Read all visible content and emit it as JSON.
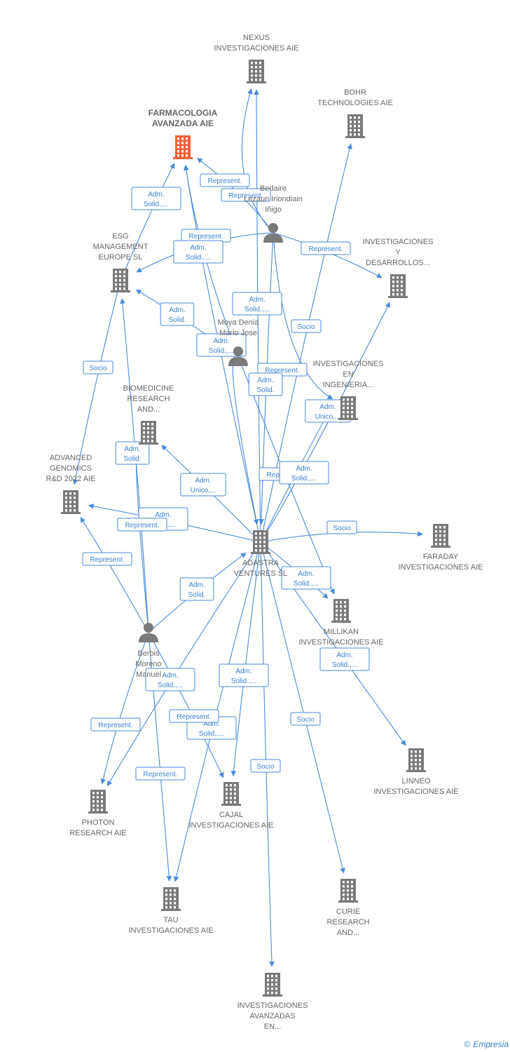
{
  "colors": {
    "edge": "#4a8ad8",
    "company": "#7a7a7a",
    "highlight": "#f0613a",
    "person": "#7a7a7a",
    "label": "#666666",
    "rel_text": "#3a7fd0"
  },
  "nodes": [
    {
      "id": "nexus",
      "type": "company",
      "lines": [
        "NEXUS",
        "INVESTIGACIONES AIE"
      ]
    },
    {
      "id": "bohr",
      "type": "company",
      "lines": [
        "BOHR",
        "TECHNOLOGIES AIE"
      ]
    },
    {
      "id": "farmacologia",
      "type": "company-highlight",
      "lines": [
        "FARMACOLOGIA",
        "AVANZADA AIE"
      ]
    },
    {
      "id": "bedaire",
      "type": "person",
      "lines": [
        "Bedaire",
        "Lezaun Iriondiain",
        "Iñigo"
      ]
    },
    {
      "id": "esg",
      "type": "company",
      "lines": [
        "ESG",
        "MANAGEMENT",
        "EUROPE  SL"
      ]
    },
    {
      "id": "ide",
      "type": "company",
      "lines": [
        "INVESTIGACIONES",
        "Y",
        "DESARROLLOS..."
      ]
    },
    {
      "id": "moya",
      "type": "person",
      "lines": [
        "Moya Denia",
        "Mario Jose"
      ]
    },
    {
      "id": "iei",
      "type": "company",
      "lines": [
        "INVESTIGACIONES",
        "EN",
        "INGENIERIA..."
      ]
    },
    {
      "id": "biomedicine",
      "type": "company",
      "lines": [
        "BIOMEDICINE",
        "RESEARCH",
        "AND..."
      ]
    },
    {
      "id": "advanced",
      "type": "company",
      "lines": [
        "ADVANCED",
        "GENOMICS",
        "R&D 2022 AIE"
      ]
    },
    {
      "id": "adastra",
      "type": "company",
      "lines": [
        "ADASTRA",
        "VENTURES  SL"
      ]
    },
    {
      "id": "faraday",
      "type": "company",
      "lines": [
        "FARADAY",
        "INVESTIGACIONES AIE"
      ]
    },
    {
      "id": "millikan",
      "type": "company",
      "lines": [
        "MILLIKAN",
        "INVESTIGACIONES AIE"
      ]
    },
    {
      "id": "berbis",
      "type": "person",
      "lines": [
        "Berbis",
        "Moreno",
        "Manuel"
      ]
    },
    {
      "id": "linneo",
      "type": "company",
      "lines": [
        "LINNEO",
        "INVESTIGACIONES AIE"
      ]
    },
    {
      "id": "photon",
      "type": "company",
      "lines": [
        "PHOTON",
        "RESEARCH AIE"
      ]
    },
    {
      "id": "cajal",
      "type": "company",
      "lines": [
        "CAJAL",
        "INVESTIGACIONES AIE"
      ]
    },
    {
      "id": "tau",
      "type": "company",
      "lines": [
        "TAU",
        "INVESTIGACIONES AIE"
      ]
    },
    {
      "id": "curie",
      "type": "company",
      "lines": [
        "CURIE",
        "RESEARCH",
        "AND..."
      ]
    },
    {
      "id": "iae",
      "type": "company",
      "lines": [
        "INVESTIGACIONES",
        "AVANZADAS",
        "EN..."
      ]
    }
  ],
  "edges": [
    {
      "from": "bedaire",
      "to": "nexus",
      "label": [
        "Represent."
      ]
    },
    {
      "from": "bedaire",
      "to": "farmacologia",
      "label": [
        "Represent."
      ]
    },
    {
      "from": "bedaire",
      "to": "esg",
      "label": [
        "Represent."
      ]
    },
    {
      "from": "bedaire",
      "to": "ide",
      "label": [
        "Represent."
      ]
    },
    {
      "from": "bedaire",
      "to": "iei",
      "label": [
        "Represent."
      ]
    },
    {
      "from": "bedaire",
      "to": "adastra",
      "label": [
        "Adm.",
        "Solid."
      ]
    },
    {
      "from": "esg",
      "to": "farmacologia",
      "label": [
        "Adm.",
        "Solid.,..."
      ]
    },
    {
      "from": "esg",
      "to": "advanced",
      "label": [
        "Socio"
      ]
    },
    {
      "from": "moya",
      "to": "farmacologia",
      "label": [
        "Adm.",
        "Solid."
      ]
    },
    {
      "from": "moya",
      "to": "esg",
      "label": [
        "Adm.",
        "Solid."
      ]
    },
    {
      "from": "moya",
      "to": "adastra",
      "label": [
        "Adm.",
        "Solid.,..."
      ]
    },
    {
      "from": "moya",
      "to": "millikan",
      "label": [
        "Represent."
      ]
    },
    {
      "from": "adastra",
      "to": "nexus",
      "label": [
        "Adm.",
        "Solid.,..."
      ]
    },
    {
      "from": "adastra",
      "to": "farmacologia",
      "label": [
        "Adm.",
        "Solid.,..."
      ]
    },
    {
      "from": "adastra",
      "to": "bohr",
      "label": [
        "Socio"
      ]
    },
    {
      "from": "adastra",
      "to": "ide",
      "label": [
        "Adm.",
        "Solid.,..."
      ]
    },
    {
      "from": "adastra",
      "to": "iei",
      "label": [
        "Adm.",
        "Unico,..."
      ]
    },
    {
      "from": "adastra",
      "to": "biomedicine",
      "label": [
        "Adm.",
        "Unico,..."
      ]
    },
    {
      "from": "adastra",
      "to": "advanced",
      "label": [
        "Adm.",
        "Solid.,..."
      ]
    },
    {
      "from": "adastra",
      "to": "faraday",
      "label": [
        "Socio"
      ]
    },
    {
      "from": "adastra",
      "to": "linneo",
      "label": [
        "Adm.",
        "Solid.,..."
      ]
    },
    {
      "from": "adastra",
      "to": "cajal",
      "label": [
        "Adm.",
        "Solid.,..."
      ]
    },
    {
      "from": "adastra",
      "to": "curie",
      "label": [
        "Socio"
      ]
    },
    {
      "from": "adastra",
      "to": "iae",
      "label": [
        "Socio"
      ]
    },
    {
      "from": "adastra",
      "to": "tau",
      "label": [
        "Adm.",
        "Solid.,..."
      ]
    },
    {
      "from": "adastra",
      "to": "photon",
      "label": [
        "Adm.",
        "Solid.,..."
      ]
    },
    {
      "from": "berbis",
      "to": "adastra",
      "label": [
        "Adm.",
        "Solid."
      ]
    },
    {
      "from": "berbis",
      "to": "esg",
      "label": [
        "Represent."
      ]
    },
    {
      "from": "berbis",
      "to": "biomedicine",
      "label": [
        "Adm.",
        "Solid."
      ]
    },
    {
      "from": "berbis",
      "to": "advanced",
      "label": [
        "Represent."
      ]
    },
    {
      "from": "berbis",
      "to": "photon",
      "label": [
        "Represent."
      ]
    },
    {
      "from": "berbis",
      "to": "tau",
      "label": [
        "Represent."
      ]
    },
    {
      "from": "berbis",
      "to": "cajal",
      "label": [
        "Represent."
      ]
    },
    {
      "from": "adastra",
      "to": "millikan",
      "label": [
        "Adm.",
        "Solid.,..."
      ]
    }
  ],
  "footer": {
    "copyright": "©",
    "brand": "Empresia"
  }
}
